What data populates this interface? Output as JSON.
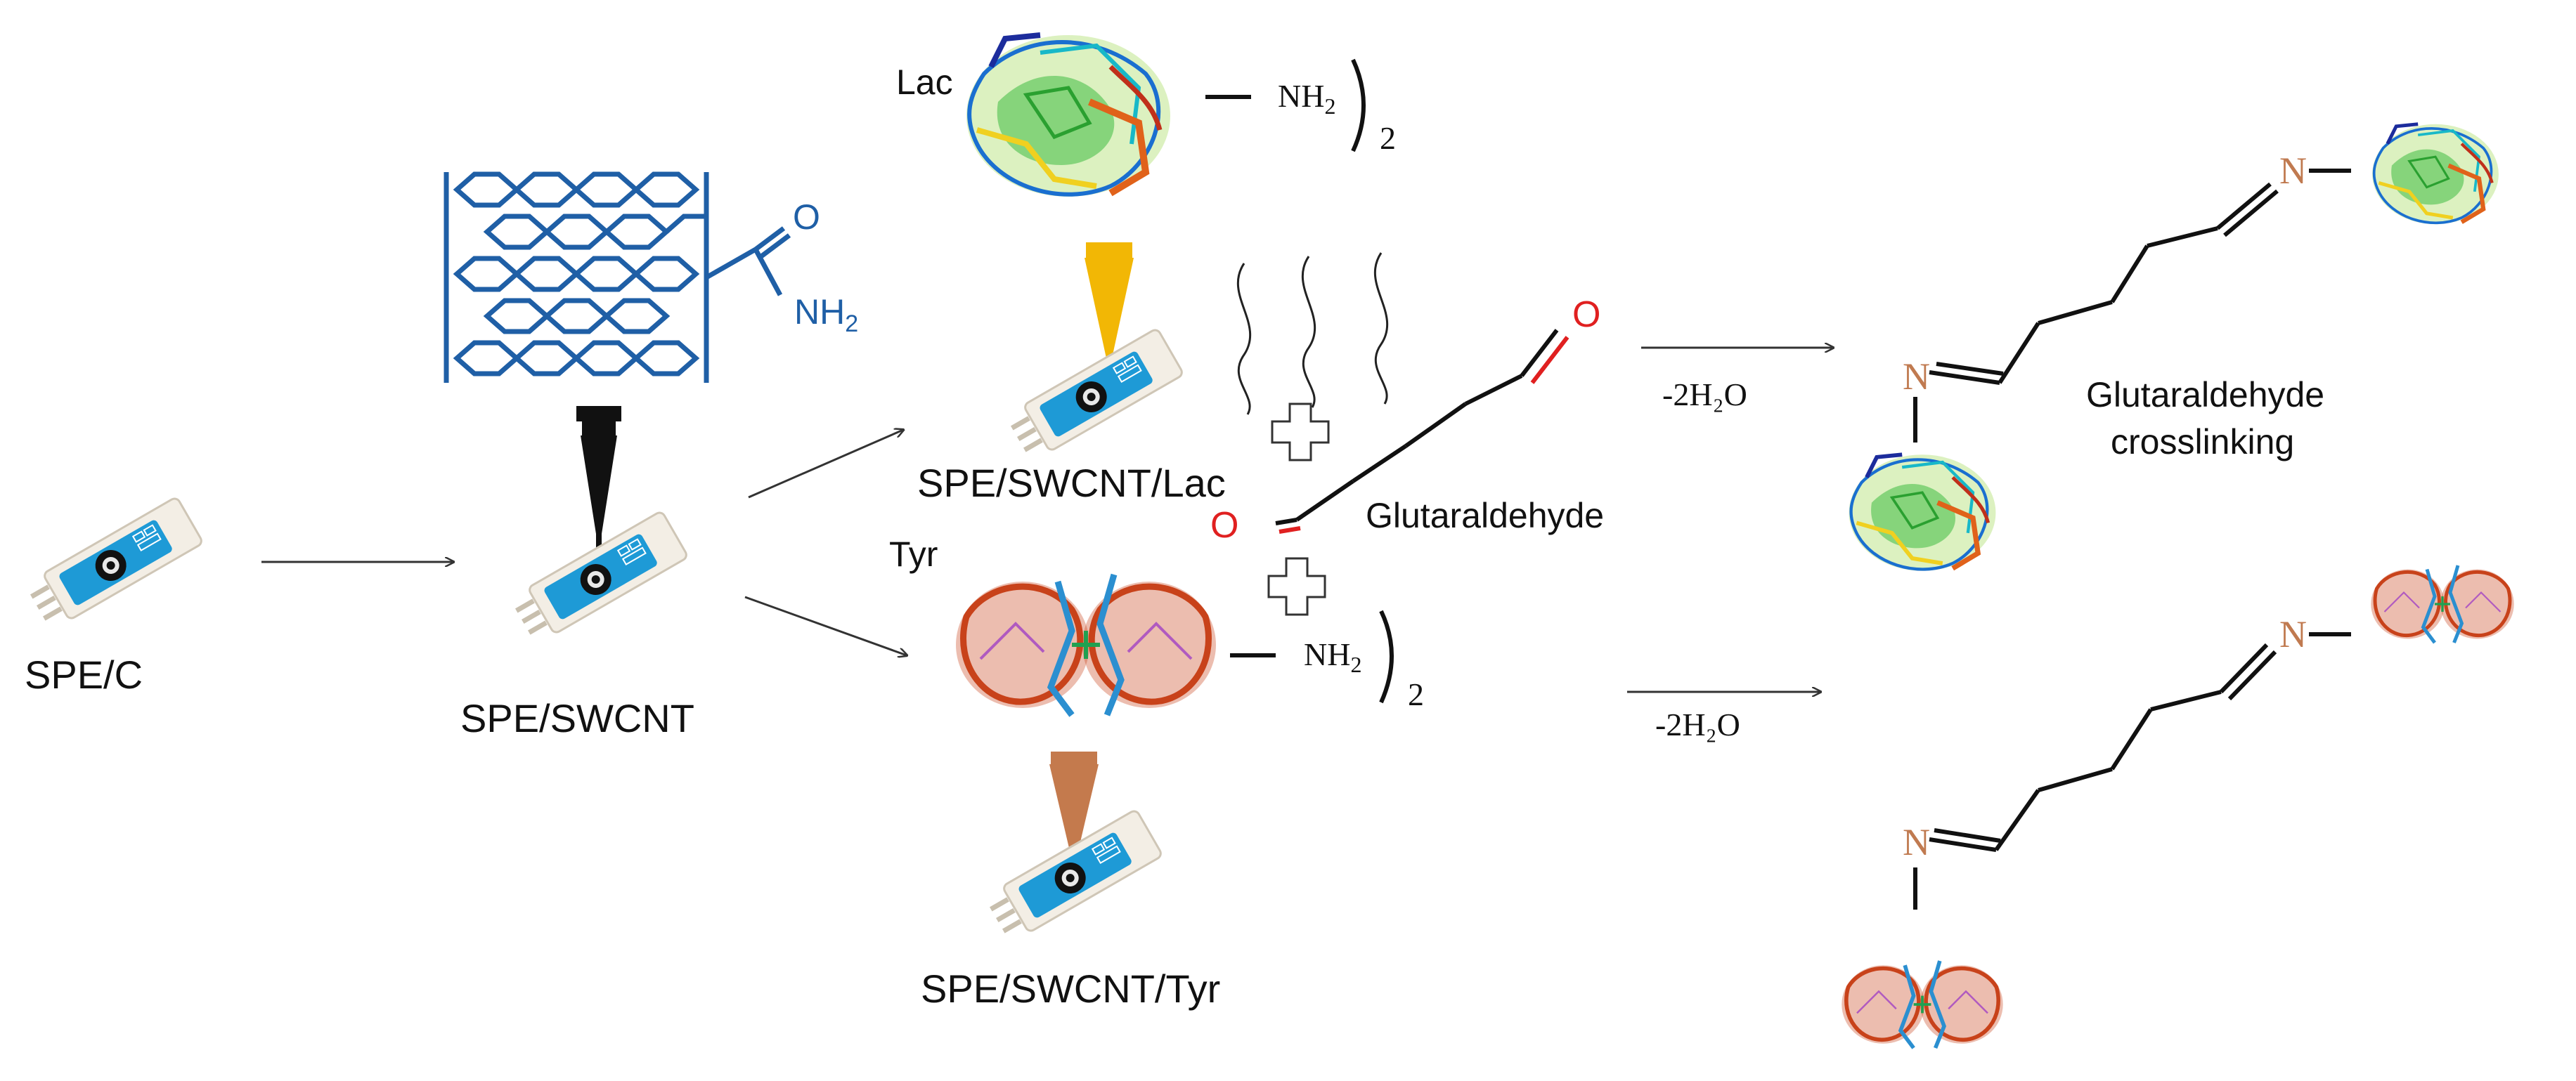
{
  "labels": {
    "spe_c": "SPE/C",
    "spe_swcnt": "SPE/SWCNT",
    "spe_swcnt_lac": "SPE/SWCNT/Lac",
    "spe_swcnt_tyr": "SPE/SWCNT/Tyr",
    "lac": "Lac",
    "tyr": "Tyr",
    "glutaraldehyde": "Glutaraldehyde",
    "crosslinking_line1": "Glutaraldehyde",
    "crosslinking_line2": "crosslinking",
    "minus_water": "-2H₂O",
    "nh2": "NH",
    "nh2_sub": "2",
    "stoich": "2",
    "nitrogen": "N",
    "oxygen": "O",
    "amide_o": "O",
    "amide_nh": "NH",
    "amide_sub": "2"
  },
  "colors": {
    "electrode_blue": "#1e9ad6",
    "electrode_body": "#f2ede4",
    "swcnt_blue": "#1f5fa6",
    "pipette_black": "#111111",
    "pipette_yellow": "#f2b705",
    "pipette_brown": "#c47a4d",
    "nitrogen": "#c07a50",
    "oxygen": "#e02020"
  }
}
